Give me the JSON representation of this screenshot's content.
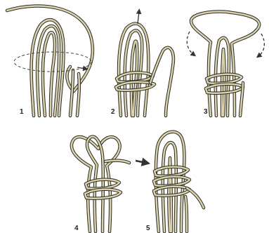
{
  "steps": [
    {
      "label": "1"
    },
    {
      "label": "2"
    },
    {
      "label": "3"
    },
    {
      "label": "4"
    },
    {
      "label": "5"
    }
  ],
  "colors": {
    "rope": "#d9d2ad",
    "rope_outline": "#2a2a22",
    "background": "#ffffff",
    "arrow": "#333333"
  }
}
